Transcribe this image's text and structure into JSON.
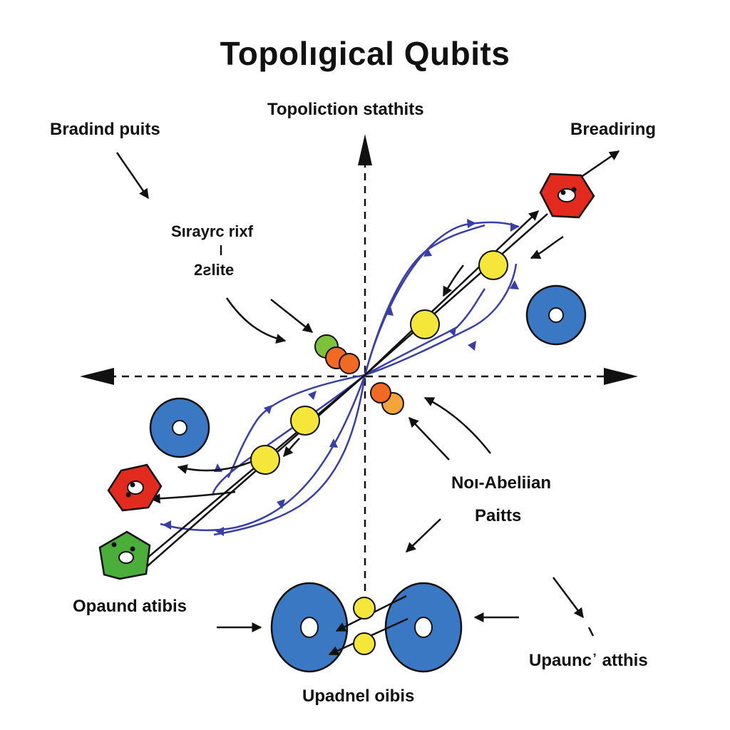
{
  "title": "Topolıgical  Qubits",
  "labels": {
    "top_axis": "Topoliction stathits",
    "upper_left": "Bradind puits",
    "upper_right": "Breadiring",
    "left_note_line1": "Sırayrc rixf",
    "left_note_line2": "2ƨlite",
    "right_mid_line1": "Noı-Abeliian",
    "right_mid_line2": "Paitts",
    "lower_left": "Opaund atibis",
    "lower_right": "Upaunc᾽ atthis",
    "bottom": "Upadnel oibis"
  },
  "colors": {
    "blue_torus": "#3b78c4",
    "red_hexagon": "#e22a1e",
    "green_hexagon": "#4cae3a",
    "yellow_anyon": "#f5e63a",
    "orange_anyon": "#f06a24",
    "light_orange_anyon": "#f5a43a",
    "green_anyon": "#7cc23a",
    "braid_line": "#3a3fa8",
    "axis": "#111111"
  }
}
